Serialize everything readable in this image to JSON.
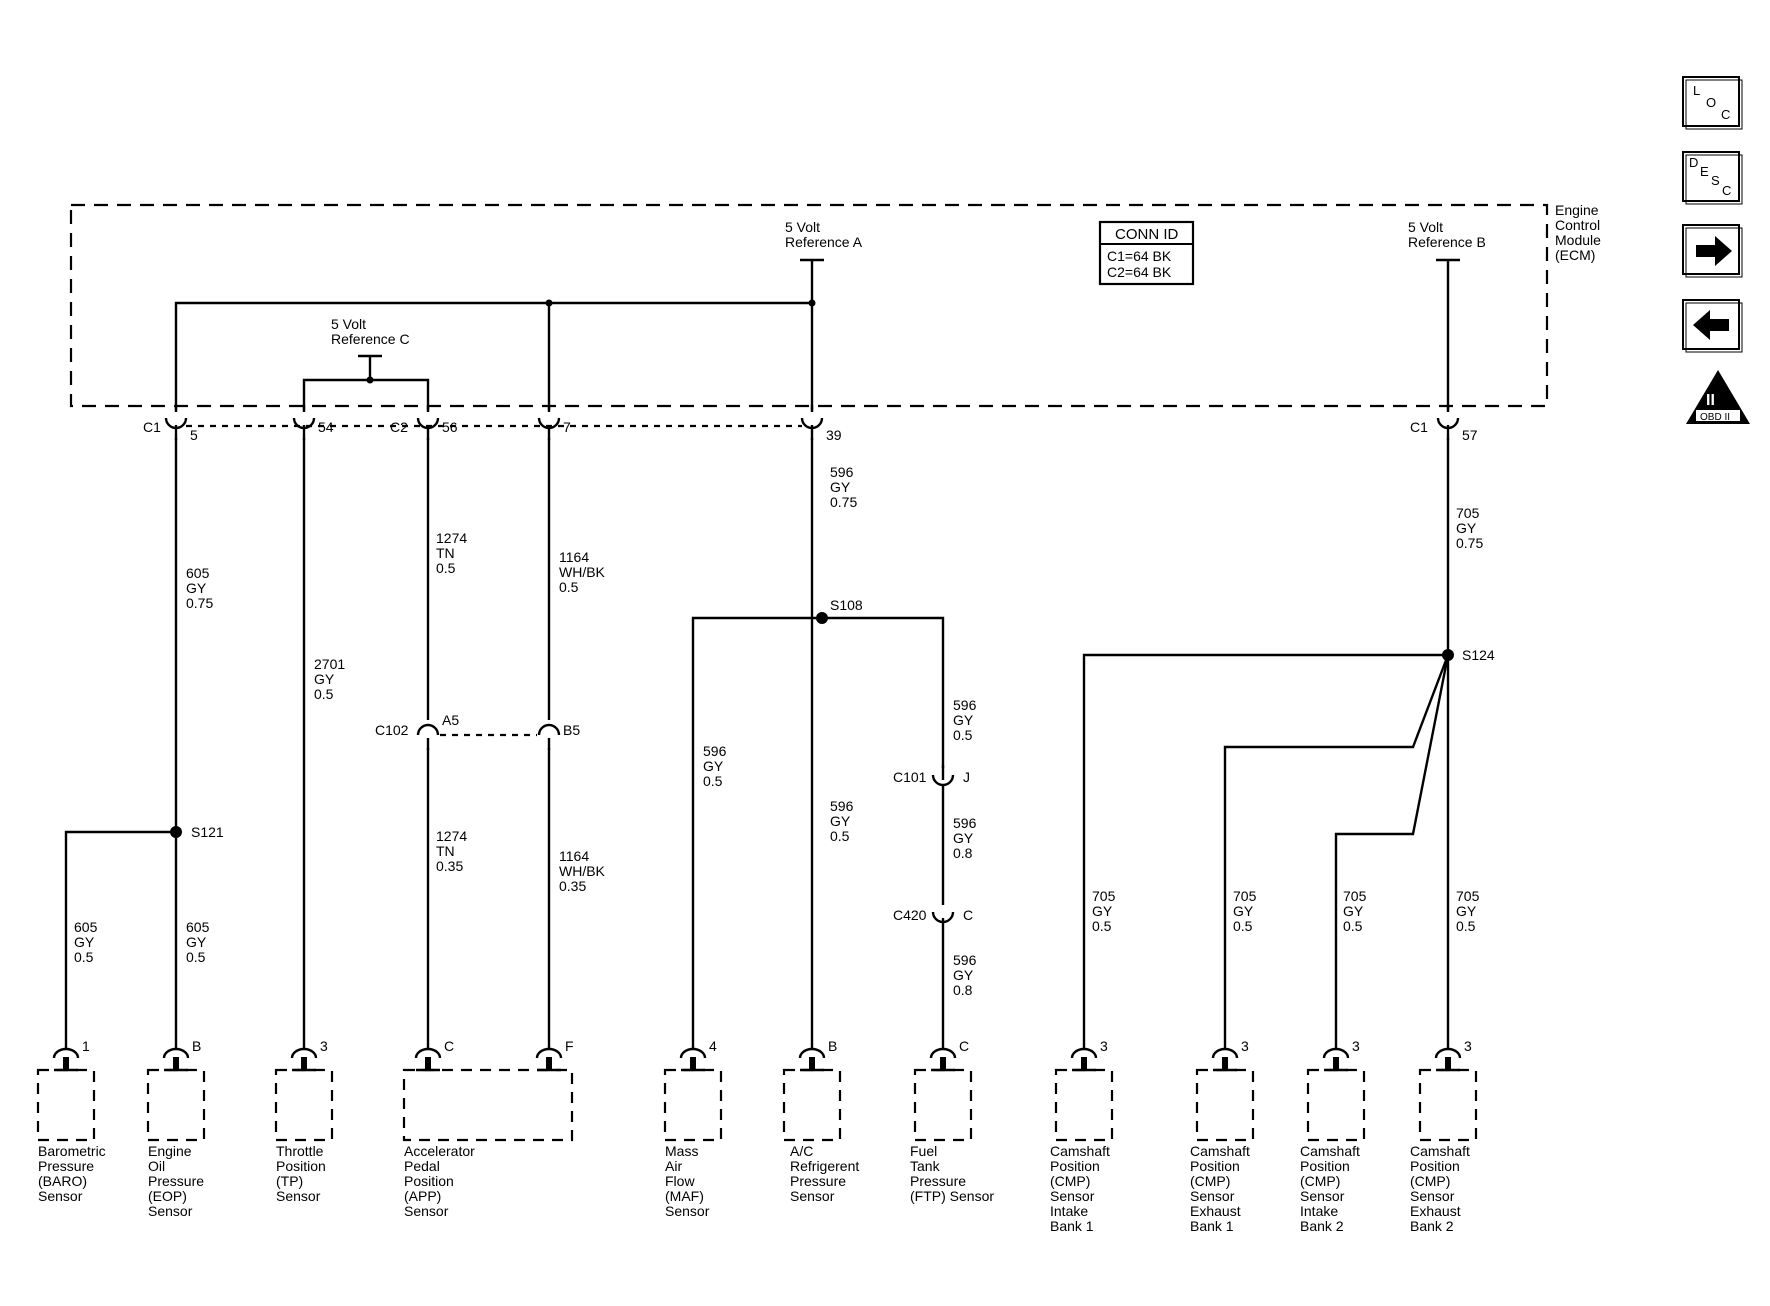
{
  "ecm": {
    "label": [
      "Engine",
      "Control",
      "Module",
      "(ECM)"
    ],
    "ref_a": [
      "5 Volt",
      "Reference A"
    ],
    "ref_b": [
      "5 Volt",
      "Reference B"
    ],
    "ref_c": [
      "5 Volt",
      "Reference C"
    ],
    "conn_id": {
      "title": "CONN ID",
      "lines": [
        "C1=64 BK",
        "C2=64 BK"
      ]
    }
  },
  "ecm_pins": [
    {
      "conn": "C1",
      "pin": "5"
    },
    {
      "conn": "",
      "pin": "54"
    },
    {
      "conn": "C2",
      "pin": "56"
    },
    {
      "conn": "",
      "pin": "7"
    },
    {
      "conn": "",
      "pin": "39"
    },
    {
      "conn": "C1",
      "pin": "57"
    }
  ],
  "wires": {
    "w605_main": [
      "605",
      "GY",
      "0.75"
    ],
    "w605_baro": [
      "605",
      "GY",
      "0.5"
    ],
    "w605_eop": [
      "605",
      "GY",
      "0.5"
    ],
    "w2701": [
      "2701",
      "GY",
      "0.5"
    ],
    "w1274_top": [
      "1274",
      "TN",
      "0.5"
    ],
    "w1274_bot": [
      "1274",
      "TN",
      "0.35"
    ],
    "w1164_top": [
      "1164",
      "WH/BK",
      "0.5"
    ],
    "w1164_bot": [
      "1164",
      "WH/BK",
      "0.35"
    ],
    "w596_top": [
      "596",
      "GY",
      "0.75"
    ],
    "w596_maf": [
      "596",
      "GY",
      "0.5"
    ],
    "w596_ac": [
      "596",
      "GY",
      "0.5"
    ],
    "w596_ftp1": [
      "596",
      "GY",
      "0.5"
    ],
    "w596_ftp2": [
      "596",
      "GY",
      "0.8"
    ],
    "w596_ftp3": [
      "596",
      "GY",
      "0.8"
    ],
    "w705_top": [
      "705",
      "GY",
      "0.75"
    ],
    "w705_1": [
      "705",
      "GY",
      "0.5"
    ],
    "w705_2": [
      "705",
      "GY",
      "0.5"
    ],
    "w705_3": [
      "705",
      "GY",
      "0.5"
    ],
    "w705_4": [
      "705",
      "GY",
      "0.5"
    ]
  },
  "splices": {
    "s121": "S121",
    "s108": "S108",
    "s124": "S124"
  },
  "inline_connectors": {
    "c102": {
      "name": "C102",
      "pin_a": "A5",
      "pin_b": "B5"
    },
    "c101": {
      "name": "C101",
      "pin": "J"
    },
    "c420": {
      "name": "C420",
      "pin": "C"
    }
  },
  "sensors": [
    {
      "pin": "1",
      "label": [
        "Barometric",
        "Pressure",
        "(BARO)",
        "Sensor"
      ]
    },
    {
      "pin": "B",
      "label": [
        "Engine",
        "Oil",
        "Pressure",
        "(EOP)",
        "Sensor"
      ]
    },
    {
      "pin": "3",
      "label": [
        "Throttle",
        "Position",
        "(TP)",
        "Sensor"
      ]
    },
    {
      "pin_a": "C",
      "pin_b": "F",
      "label": [
        "Accelerator",
        "Pedal",
        "Position",
        "(APP)",
        "Sensor"
      ]
    },
    {
      "pin": "4",
      "label": [
        "Mass",
        "Air",
        "Flow",
        "(MAF)",
        "Sensor"
      ]
    },
    {
      "pin": "B",
      "label": [
        "A/C",
        "Refrigerent",
        "Pressure",
        "Sensor"
      ]
    },
    {
      "pin": "C",
      "label": [
        "Fuel",
        "Tank",
        "Pressure",
        "(FTP) Sensor"
      ]
    },
    {
      "pin": "3",
      "label": [
        "Camshaft",
        "Position",
        "(CMP)",
        "Sensor",
        "Intake",
        "Bank 1"
      ]
    },
    {
      "pin": "3",
      "label": [
        "Camshaft",
        "Position",
        "(CMP)",
        "Sensor",
        "Exhaust",
        "Bank 1"
      ]
    },
    {
      "pin": "3",
      "label": [
        "Camshaft",
        "Position",
        "(CMP)",
        "Sensor",
        "Intake",
        "Bank 2"
      ]
    },
    {
      "pin": "3",
      "label": [
        "Camshaft",
        "Position",
        "(CMP)",
        "Sensor",
        "Exhaust",
        "Bank 2"
      ]
    }
  ],
  "nav": {
    "loc": [
      "L",
      "O",
      "C"
    ],
    "desc": [
      "D",
      "E",
      "S",
      "C"
    ],
    "obd": {
      "glyph": "II",
      "text": "OBD II"
    },
    "icons": [
      "location-icon",
      "description-icon",
      "next-arrow-icon",
      "previous-arrow-icon",
      "obd-ii-icon"
    ]
  }
}
